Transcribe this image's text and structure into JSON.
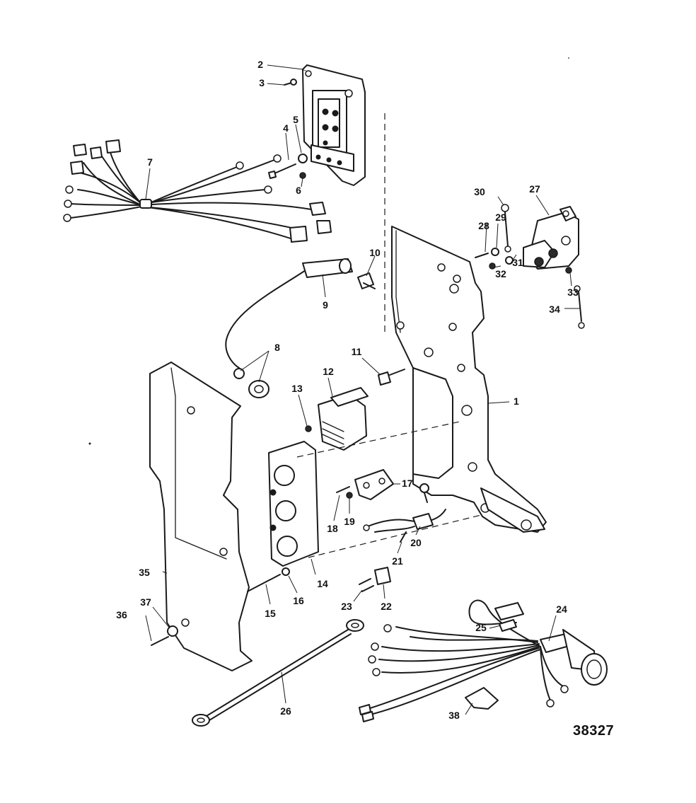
{
  "figure": {
    "document_number": "38327"
  },
  "callouts": [
    {
      "id": "1",
      "label": "1"
    },
    {
      "id": "2",
      "label": "2"
    },
    {
      "id": "3",
      "label": "3"
    },
    {
      "id": "4",
      "label": "4"
    },
    {
      "id": "5",
      "label": "5"
    },
    {
      "id": "6",
      "label": "6"
    },
    {
      "id": "7",
      "label": "7"
    },
    {
      "id": "8",
      "label": "8"
    },
    {
      "id": "9",
      "label": "9"
    },
    {
      "id": "10",
      "label": "10"
    },
    {
      "id": "11",
      "label": "11"
    },
    {
      "id": "12",
      "label": "12"
    },
    {
      "id": "13",
      "label": "13"
    },
    {
      "id": "14",
      "label": "14"
    },
    {
      "id": "15",
      "label": "15"
    },
    {
      "id": "16",
      "label": "16"
    },
    {
      "id": "17",
      "label": "17"
    },
    {
      "id": "18",
      "label": "18"
    },
    {
      "id": "19",
      "label": "19"
    },
    {
      "id": "20",
      "label": "20"
    },
    {
      "id": "21",
      "label": "21"
    },
    {
      "id": "22",
      "label": "22"
    },
    {
      "id": "23",
      "label": "23"
    },
    {
      "id": "24",
      "label": "24"
    },
    {
      "id": "25",
      "label": "25"
    },
    {
      "id": "26",
      "label": "26"
    },
    {
      "id": "27",
      "label": "27"
    },
    {
      "id": "28",
      "label": "28"
    },
    {
      "id": "29",
      "label": "29"
    },
    {
      "id": "30",
      "label": "30"
    },
    {
      "id": "31",
      "label": "31"
    },
    {
      "id": "32",
      "label": "32"
    },
    {
      "id": "33",
      "label": "33"
    },
    {
      "id": "34",
      "label": "34"
    },
    {
      "id": "35",
      "label": "35"
    },
    {
      "id": "36",
      "label": "36"
    },
    {
      "id": "37",
      "label": "37"
    },
    {
      "id": "38",
      "label": "38"
    }
  ]
}
